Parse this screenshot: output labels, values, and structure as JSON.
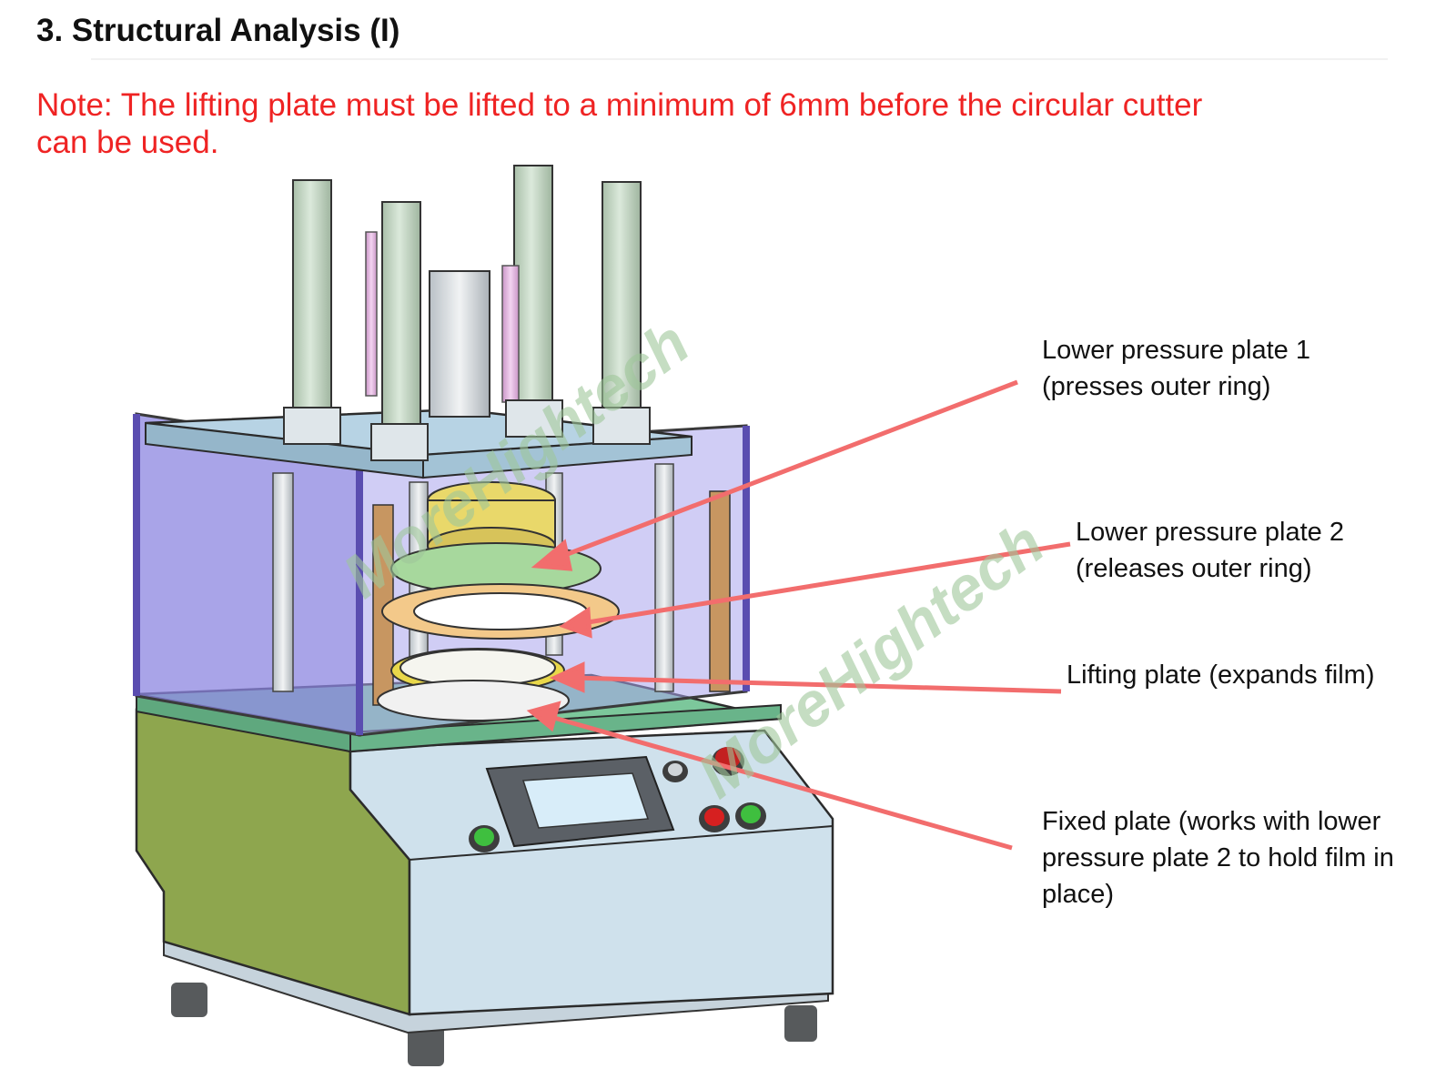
{
  "title": "3. Structural Analysis (I)",
  "note": "Note: The lifting plate must be lifted to a minimum of 6mm before the circular cutter can be used.",
  "watermark": "MoreHightech",
  "colors": {
    "note_text": "#ef2323",
    "arrow": "#f26d6d",
    "cabinet_green": "#8ea64e",
    "panel_light_blue": "#cfe1ec",
    "glass_purple": "#8c86e0",
    "cylinder_green": "#c8d9c8",
    "rod_pink": "#e9b7e6",
    "table_green": "#7cc79b",
    "watermark_green": "#9fc79a"
  },
  "labels": [
    {
      "id": "lower-pressure-plate-1",
      "lines": [
        "Lower pressure plate 1",
        "(presses outer ring)"
      ]
    },
    {
      "id": "lower-pressure-plate-2",
      "lines": [
        "Lower pressure plate 2",
        "(releases outer ring)"
      ]
    },
    {
      "id": "lifting-plate",
      "lines": [
        "Lifting plate (expands film)"
      ]
    },
    {
      "id": "fixed-plate",
      "lines": [
        "Fixed plate (works with lower",
        "pressure plate 2 to hold film in",
        "place)"
      ]
    }
  ]
}
